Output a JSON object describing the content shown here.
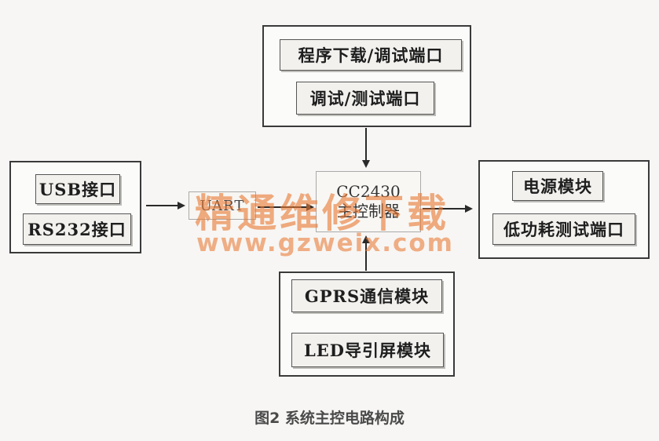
{
  "blocks": {
    "download_port": "程序下载/调试端口",
    "debug_port": "调试/测试端口",
    "usb": "USB接口",
    "rs232": "RS232接口",
    "uart": "UART",
    "mcu_line1": "CC2430",
    "mcu_line2": "主控制器",
    "power": "电源模块",
    "low_power_port": "低功耗测试端口",
    "gprs": "GPRS通信模块",
    "led": "LED导引屏模块"
  },
  "watermark": {
    "text": "精通维修下载",
    "url": "www.gzweix.com"
  },
  "caption": "图2 系统主控电路构成"
}
